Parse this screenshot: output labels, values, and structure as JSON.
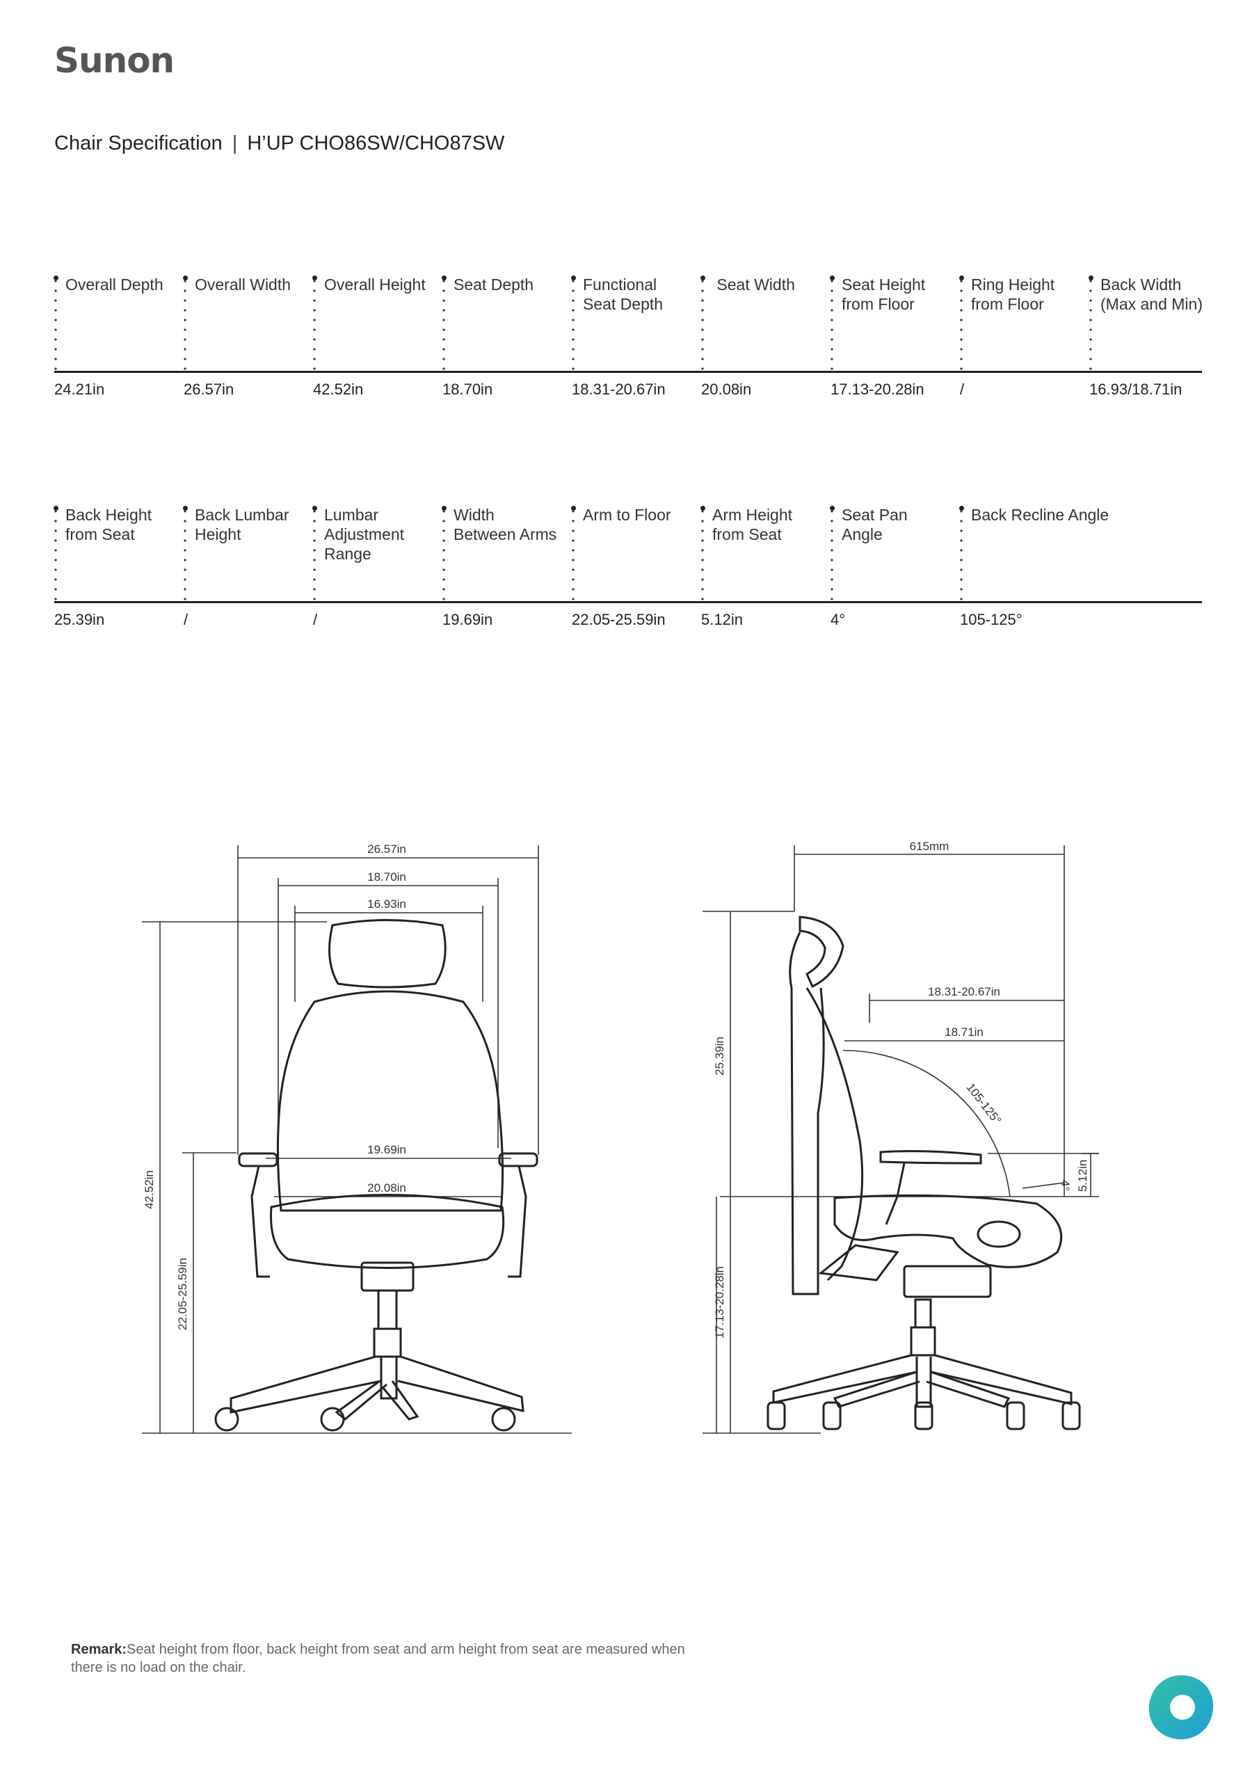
{
  "brand": {
    "logo_text": "Sunon"
  },
  "header": {
    "title": "Chair Specification",
    "separator": "|",
    "model": "H’UP  CHO86SW/CHO87SW"
  },
  "specs_row1": {
    "headers": [
      "Overall Depth",
      "Overall Width",
      "Overall Height",
      "Seat Depth",
      "Functional\nSeat Depth",
      " Seat Width",
      "Seat Height\nfrom Floor",
      "Ring Height\nfrom Floor",
      "Back Width\n(Max and Min)"
    ],
    "values": [
      "24.21in",
      "26.57in",
      "42.52in",
      "18.70in",
      "18.31-20.67in",
      "20.08in",
      "17.13-20.28in",
      "/",
      "16.93/18.71in"
    ]
  },
  "specs_row2": {
    "headers": [
      "Back Height\nfrom Seat",
      "Back Lumbar\nHeight",
      "Lumbar\nAdjustment\nRange",
      "Width\nBetween Arms",
      "Arm to Floor",
      "Arm Height\nfrom Seat",
      "Seat Pan\nAngle",
      "Back Recline Angle"
    ],
    "values": [
      "25.39in",
      "/",
      "/",
      "19.69in",
      "22.05-25.59in",
      "5.12in",
      "4°",
      "105-125°"
    ]
  },
  "front_view": {
    "overall_width": "26.57in",
    "seat_depth": "18.70in",
    "back_width": "16.93in",
    "width_between_arms": "19.69in",
    "seat_width": "20.08in",
    "overall_height": "42.52in",
    "arm_to_floor": "22.05-25.59in"
  },
  "side_view": {
    "overall_depth": "615mm",
    "functional_seat_depth": "18.31-20.67in",
    "back_width_max": "18.71in",
    "recline": "105-125°",
    "seat_pan_angle": "4°",
    "arm_height": "5.12in",
    "back_height": "25.39in",
    "seat_height": "17.13-20.28in"
  },
  "remark": {
    "label": "Remark:",
    "text": "Seat height from floor, back height from seat and arm height from seat are measured when there is no load on the chair."
  },
  "colors": {
    "text": "#222222",
    "gray": "#666666",
    "badge_outer": "#1e9fd6",
    "badge_inner": "#35c1a3"
  }
}
